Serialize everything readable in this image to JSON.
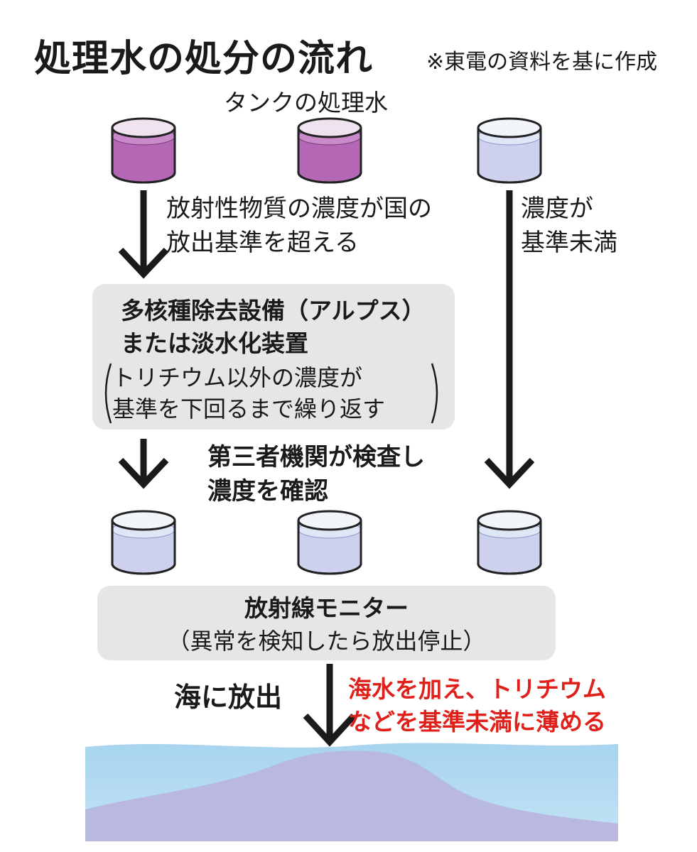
{
  "title": "処理水の処分の流れ",
  "source": "※東電の資料を基に作成",
  "tank_label": "タンクの処理水",
  "left_step": {
    "line1": "放射性物質の濃度が国の",
    "line2": "放出基準を超える"
  },
  "right_step": {
    "line1": "濃度が",
    "line2": "基準未満"
  },
  "alps_box": {
    "line1": "多核種除去設備（アルプス）",
    "line2": "または淡水化装置",
    "note1": "トリチウム以外の濃度が",
    "note2": "基準を下回るまで繰り返す"
  },
  "inspection": {
    "line1": "第三者機関が検査し",
    "line2": "濃度を確認"
  },
  "monitor_box": {
    "line1": "放射線モニター",
    "line2": "（異常を検知したら放出停止）"
  },
  "release": "海に放出",
  "dilution": {
    "line1": "海水を加え、トリチウム",
    "line2": "などを基準未満に薄める"
  },
  "colors": {
    "contaminated": "#b467b4",
    "treated": "#cdd1ee",
    "sea": "#a9d4ee",
    "sea_inner": "#b8b8e0",
    "accent_red": "#e0201a",
    "box_gray": "#e6e6e6"
  }
}
